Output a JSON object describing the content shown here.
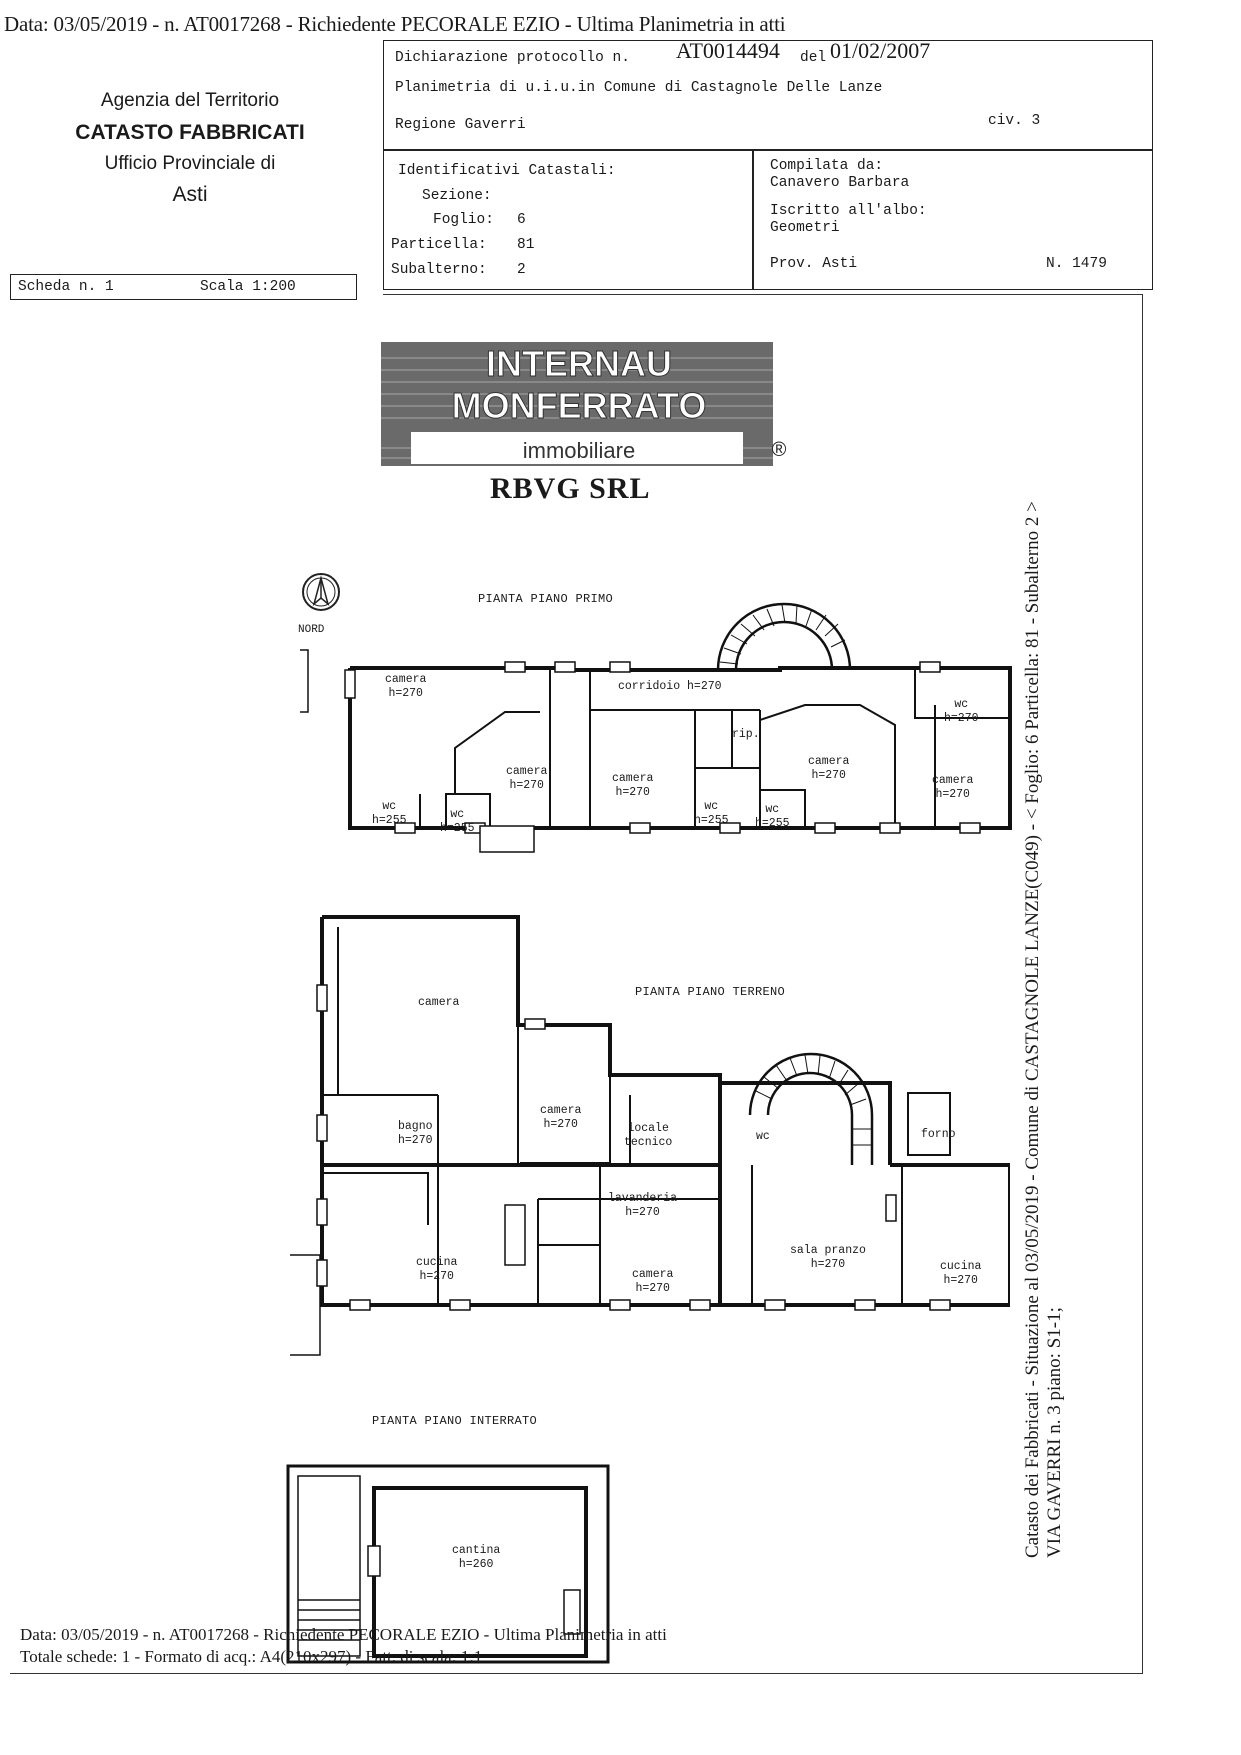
{
  "header": {
    "top_line": "Data: 03/05/2019 - n. AT0017268 - Richiedente PECORALE EZIO - Ultima Planimetria in atti"
  },
  "agency": {
    "line1": "Agenzia del Territorio",
    "line2": "CATASTO FABBRICATI",
    "line3": "Ufficio Provinciale di",
    "line4": "Asti"
  },
  "scheda": {
    "number": "Scheda n. 1",
    "scale": "Scala 1:200"
  },
  "declaration": {
    "label": "Dichiarazione protocollo n.",
    "protocol": "AT0014494",
    "del": "del",
    "date": "01/02/2007",
    "planimetria": "Planimetria di u.i.u.in Comune di Castagnole Delle Lanze",
    "region": "Regione Gaverri",
    "civ": "civ. 3"
  },
  "identifiers": {
    "title": "Identificativi Catastali:",
    "sezione": "Sezione:",
    "foglio_label": "Foglio:",
    "foglio": "6",
    "particella_label": "Particella:",
    "particella": "81",
    "subalterno_label": "Subalterno:",
    "subalterno": "2"
  },
  "compiler": {
    "title": "Compilata da:",
    "name": "Canavero Barbara",
    "albo": "Iscritto all'albo:",
    "profession": "Geometri",
    "prov": "Prov. Asti",
    "number": "N. 1479"
  },
  "side_text": {
    "line1": "Catasto dei Fabbricati - Situazione al 03/05/2019 - Comune di CASTAGNOLE LANZE(C049) - < Foglio: 6 Particella: 81 - Subalterno 2 >",
    "line2": "VIA GAVERRI n. 3 piano: S1-1;"
  },
  "logo": {
    "line1": "INTERNAU",
    "line2": "MONFERRATO",
    "line3": "immobiliare",
    "registered": "®",
    "company": "RBVG SRL"
  },
  "north_label": "NORD",
  "plans": {
    "first": {
      "title": "PIANTA PIANO PRIMO",
      "rooms": [
        {
          "name": "camera",
          "h": "h=270"
        },
        {
          "name": "wc",
          "h": "h=255"
        },
        {
          "name": "wc",
          "h": "h=255"
        },
        {
          "name": "camera",
          "h": "h=270"
        },
        {
          "name": "corridoio",
          "h": "h=270"
        },
        {
          "name": "camera",
          "h": "h=270"
        },
        {
          "name": "wc",
          "h": "h=255"
        },
        {
          "name": "rip.",
          "h": ""
        },
        {
          "name": "wc",
          "h": "h=255"
        },
        {
          "name": "camera",
          "h": "h=270"
        },
        {
          "name": "wc",
          "h": "h=270"
        },
        {
          "name": "camera",
          "h": "h=270"
        }
      ]
    },
    "ground": {
      "title": "PIANTA PIANO TERRENO",
      "rooms": [
        {
          "name": "camera",
          "h": ""
        },
        {
          "name": "bagno",
          "h": "h=270"
        },
        {
          "name": "camera",
          "h": "h=270"
        },
        {
          "name": "locale",
          "h": "tecnico"
        },
        {
          "name": "wc",
          "h": ""
        },
        {
          "name": "forno",
          "h": ""
        },
        {
          "name": "lavanderia",
          "h": "h=270"
        },
        {
          "name": "cucina",
          "h": "h=270"
        },
        {
          "name": "camera",
          "h": "h=270"
        },
        {
          "name": "sala pranzo",
          "h": "h=270"
        },
        {
          "name": "cucina",
          "h": "h=270"
        }
      ]
    },
    "basement": {
      "title": "PIANTA PIANO INTERRATO",
      "rooms": [
        {
          "name": "cantina",
          "h": "h=260"
        }
      ]
    }
  },
  "footer": {
    "line1": "Data: 03/05/2019 - n. AT0017268 - Richiedente PECORALE EZIO - Ultima Planimetria in atti",
    "line2": "Totale schede: 1 - Formato di acq.: A4(210x297) - Fatt. di scala: 1:1"
  }
}
